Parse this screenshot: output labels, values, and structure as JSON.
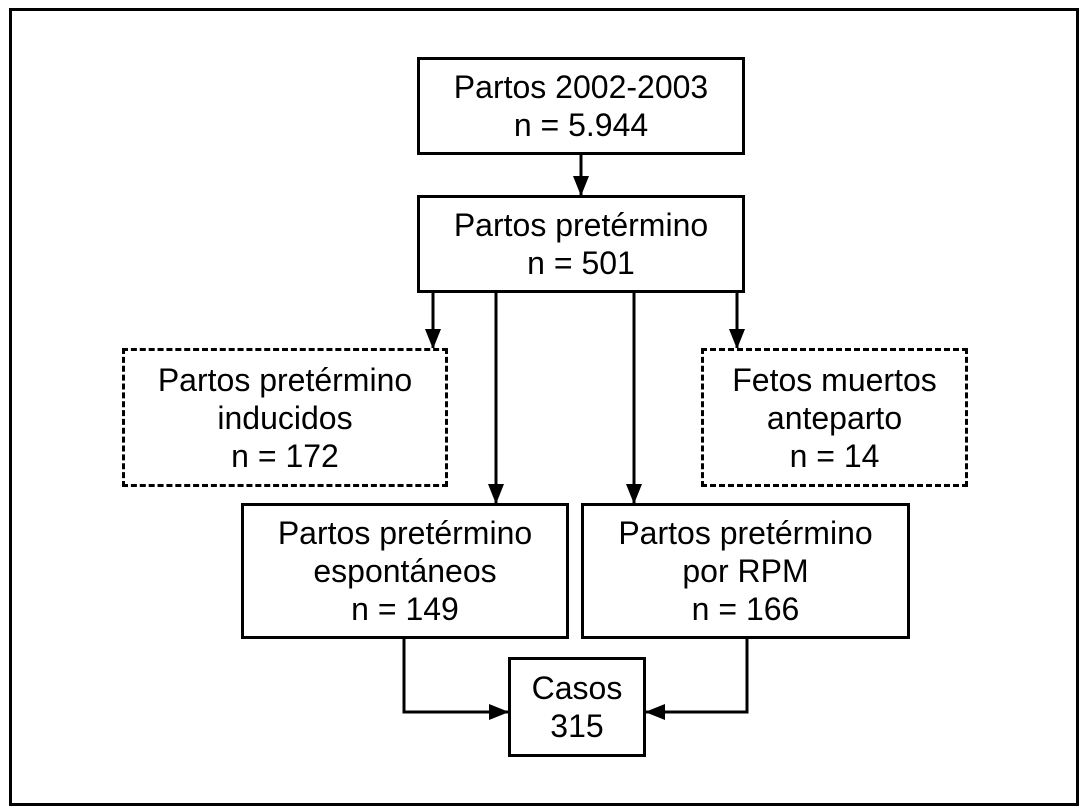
{
  "diagram": {
    "nodes": {
      "total_births": {
        "label": "Partos 2002-2003",
        "count": "n = 5.944"
      },
      "preterm_births": {
        "label": "Partos pretérmino",
        "count": "n = 501"
      },
      "induced_preterm": {
        "label_line1": "Partos pretérmino",
        "label_line2": "inducidos",
        "count": "n = 172"
      },
      "stillbirths": {
        "label_line1": "Fetos muertos",
        "label_line2": "anteparto",
        "count": "n = 14"
      },
      "spontaneous_preterm": {
        "label_line1": "Partos pretérmino",
        "label_line2": "espontáneos",
        "count": "n = 149"
      },
      "rpm_preterm": {
        "label_line1": "Partos pretérmino",
        "label_line2": "por RPM",
        "count": "n = 166"
      },
      "cases": {
        "label": "Casos",
        "count": "315"
      }
    },
    "edges": [
      {
        "from": "total_births",
        "to": "preterm_births",
        "style": "solid"
      },
      {
        "from": "preterm_births",
        "to": "induced_preterm",
        "style": "solid"
      },
      {
        "from": "preterm_births",
        "to": "spontaneous_preterm",
        "style": "solid"
      },
      {
        "from": "preterm_births",
        "to": "rpm_preterm",
        "style": "solid"
      },
      {
        "from": "preterm_births",
        "to": "stillbirths",
        "style": "solid"
      },
      {
        "from": "spontaneous_preterm",
        "to": "cases",
        "style": "solid"
      },
      {
        "from": "rpm_preterm",
        "to": "cases",
        "style": "solid"
      }
    ],
    "colors": {
      "line": "#000000",
      "background": "#ffffff"
    }
  }
}
